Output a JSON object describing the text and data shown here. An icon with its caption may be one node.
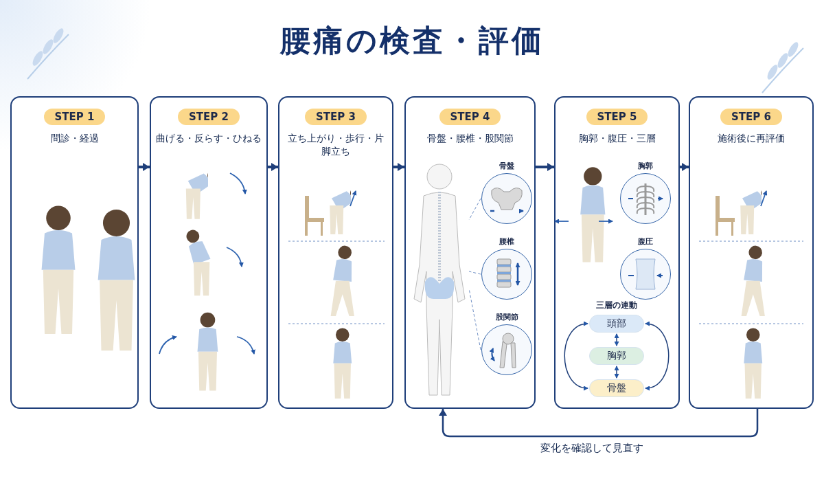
{
  "diagram": {
    "title": "腰痛の検査・評価",
    "nodes": [
      {
        "text": [
          "STEP 1",
          "問診・経過"
        ]
      },
      {
        "text": [
          "STEP 2",
          "曲げる・反らす・ひねる"
        ]
      },
      {
        "text": [
          "STEP 3",
          "立ち上がり・歩行・片脚立ち"
        ]
      },
      {
        "text": [
          "STEP 4",
          "骨盤・腰椎・股関節"
        ]
      },
      {
        "text": [
          "STEP 5",
          "胸郭・腹圧・三層"
        ]
      },
      {
        "text": [
          "STEP 6",
          "施術後に再評価"
        ]
      },
      {
        "text": [],
        "shape": "picture",
        "in": 3
      },
      {
        "text": [
          "骨盤"
        ],
        "in": 3
      },
      {
        "text": [
          "腰椎"
        ],
        "in": 3
      },
      {
        "text": [
          "股関節"
        ],
        "in": 3
      },
      {
        "text": [
          "胸郭"
        ],
        "in": 4
      },
      {
        "text": [
          "腹圧"
        ],
        "in": 4
      },
      {
        "text": [
          "頭部"
        ],
        "in": 4
      },
      {
        "text": [
          "胸郭"
        ],
        "in": 4
      },
      {
        "text": [
          "骨盤"
        ],
        "in": 4
      }
    ],
    "edges": [
      {
        "from": 0,
        "to": 1,
        "arrow": "to",
        "style": "thick"
      },
      {
        "from": 1,
        "to": 2,
        "arrow": "to",
        "style": "thick"
      },
      {
        "from": 2,
        "to": 3,
        "arrow": "to",
        "style": "thick"
      },
      {
        "from": 3,
        "to": 4,
        "arrow": "to",
        "style": "thick"
      },
      {
        "from": 4,
        "to": 5,
        "arrow": "to",
        "style": "thick"
      },
      {
        "from": 5,
        "to": 3,
        "arrow": "to",
        "label": "変化を確認して見直す"
      },
      {
        "from": 7,
        "to": 6,
        "arrow": "none",
        "style": "dashed"
      },
      {
        "from": 8,
        "to": 6,
        "arrow": "none",
        "style": "dashed"
      },
      {
        "from": 9,
        "to": 6,
        "arrow": "none",
        "style": "dashed"
      },
      {
        "from": 12,
        "to": 13,
        "arrow": "both"
      },
      {
        "from": 13,
        "to": 14,
        "arrow": "both"
      },
      {
        "from": 14,
        "to": 12,
        "arrow": "both"
      },
      {
        "from": 12,
        "to": 14,
        "arrow": "both"
      }
    ],
    "labels": [
      "三層の連動"
    ]
  }
}
